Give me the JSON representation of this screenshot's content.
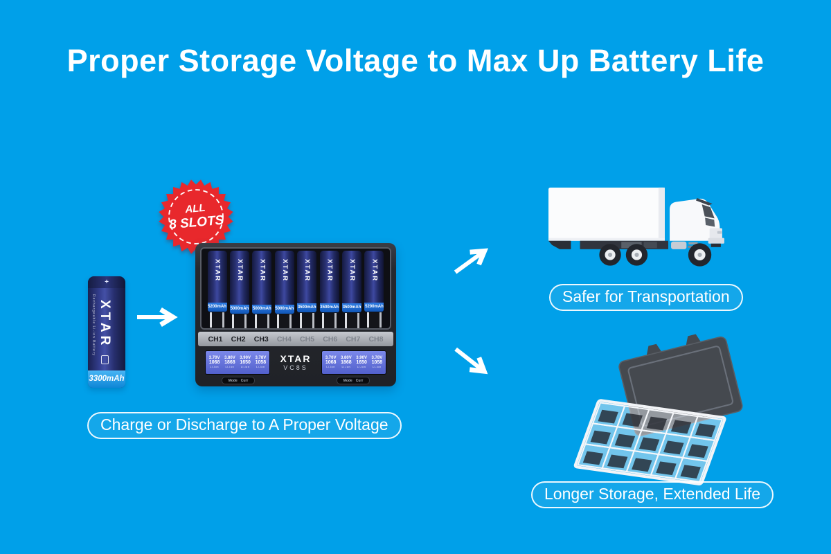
{
  "title": "Proper Storage Voltage to Max Up Battery Life",
  "colors": {
    "background": "#00A0E9",
    "badge_red": "#E8282C",
    "battery_navy": "#2A3274",
    "capacity_blue": "#2F7DE4",
    "lcd_blue": "#6474E0"
  },
  "badge": {
    "line1": "ALL",
    "line2": "8 SLOTS"
  },
  "battery_left": {
    "brand": "XTAR",
    "polarity": "+",
    "side_text": "Rechargeable Li-ion Battery",
    "capacity": "3300mAh"
  },
  "charger": {
    "brand": "XTAR",
    "model": "VC8S",
    "channels": [
      "CH1",
      "CH2",
      "CH3",
      "CH4",
      "CH5",
      "CH6",
      "CH7",
      "CH8"
    ],
    "batteries": [
      {
        "brand": "XTAR",
        "capacity": "5200mAh"
      },
      {
        "brand": "XTAR",
        "capacity": "5000mAh"
      },
      {
        "brand": "XTAR",
        "capacity": "5000mAh"
      },
      {
        "brand": "XTAR",
        "capacity": "5000mAh"
      },
      {
        "brand": "XTAR",
        "capacity": "3500mAh"
      },
      {
        "brand": "XTAR",
        "capacity": "3500mAh"
      },
      {
        "brand": "XTAR",
        "capacity": "3500mAh"
      },
      {
        "brand": "XTAR",
        "capacity": "5200mAh"
      }
    ],
    "lcd": {
      "footer": "Li-ion",
      "cells": [
        {
          "voltage": "3.70V",
          "mah": "1068"
        },
        {
          "voltage": "3.80V",
          "mah": "1868"
        },
        {
          "voltage": "3.90V",
          "mah": "1650"
        },
        {
          "voltage": "3.78V",
          "mah": "1058"
        }
      ]
    },
    "buttons": {
      "mode": "Mode",
      "curr": "Curr"
    }
  },
  "captions": {
    "charge": "Charge or Discharge to A Proper Voltage",
    "transport": "Safer for Transportation",
    "storage": "Longer Storage, Extended Life"
  }
}
